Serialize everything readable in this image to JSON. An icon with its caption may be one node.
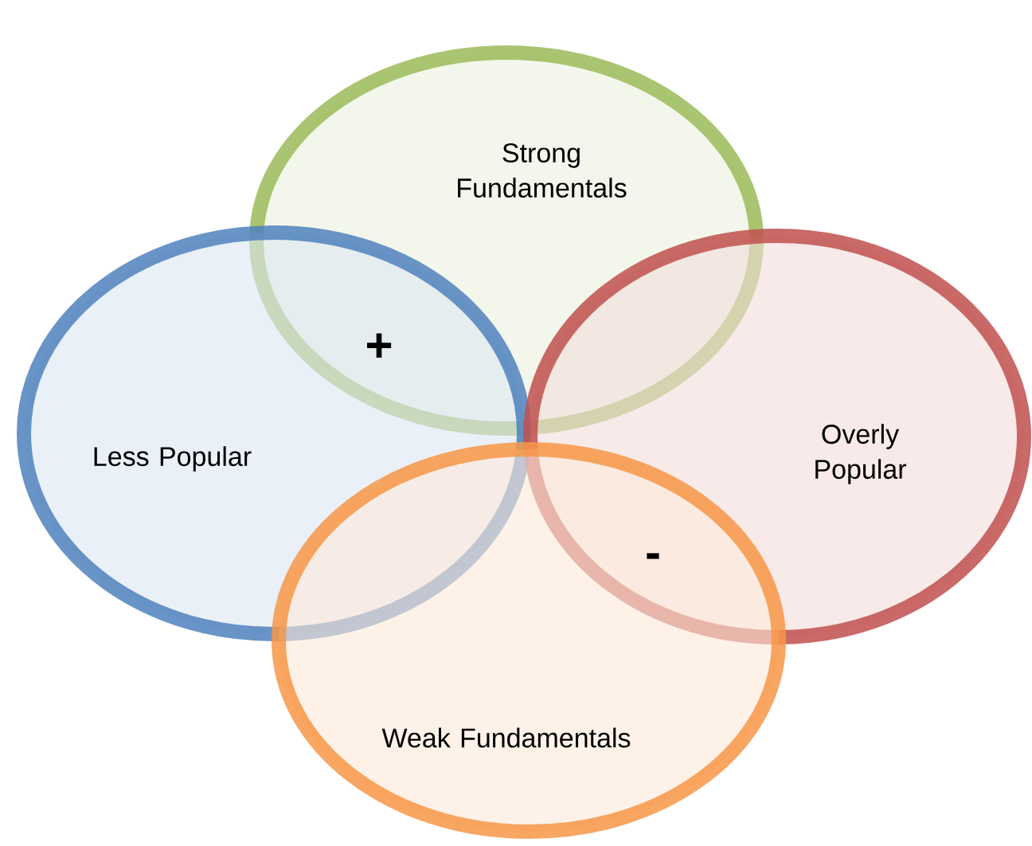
{
  "diagram": {
    "nodes": [
      {
        "text": [
          "Strong Fundamentals"
        ]
      },
      {
        "text": [
          "Less Popular"
        ]
      },
      {
        "text": [
          "Overly Popular"
        ]
      },
      {
        "text": [
          "Weak Fundamentals"
        ]
      }
    ],
    "labels": [
      "+",
      "-"
    ]
  }
}
